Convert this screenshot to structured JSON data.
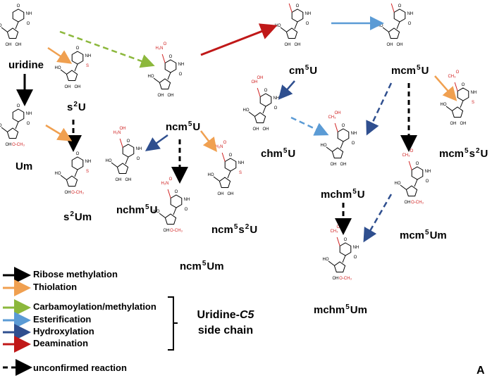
{
  "compounds": [
    {
      "id": "uridine",
      "parts": [
        "uridine"
      ]
    },
    {
      "id": "s2U",
      "parts": [
        "s",
        "2",
        "U"
      ]
    },
    {
      "id": "Um",
      "parts": [
        "Um"
      ]
    },
    {
      "id": "s2Um",
      "parts": [
        "s",
        "2",
        "Um"
      ]
    },
    {
      "id": "ncm5U",
      "parts": [
        "ncm",
        "5",
        "U"
      ]
    },
    {
      "id": "nchm5U",
      "parts": [
        "nchm",
        "5",
        "U"
      ]
    },
    {
      "id": "ncm5Um",
      "parts": [
        "ncm",
        "5",
        "Um"
      ]
    },
    {
      "id": "ncm5s2U",
      "parts": [
        "ncm",
        "5",
        "s",
        "2",
        "U"
      ]
    },
    {
      "id": "cm5U",
      "parts": [
        "cm",
        "5",
        "U"
      ]
    },
    {
      "id": "mcm5U",
      "parts": [
        "mcm",
        "5",
        "U"
      ]
    },
    {
      "id": "chm5U",
      "parts": [
        "chm",
        "5",
        "U"
      ]
    },
    {
      "id": "mcm5s2U",
      "parts": [
        "mcm",
        "5",
        "s",
        "2",
        "U"
      ]
    },
    {
      "id": "mchm5U",
      "parts": [
        "mchm",
        "5",
        "U"
      ]
    },
    {
      "id": "mcm5Um",
      "parts": [
        "mcm",
        "5",
        "Um"
      ]
    },
    {
      "id": "mchm5Um",
      "parts": [
        "mchm",
        "5",
        "Um"
      ]
    }
  ],
  "legend": [
    {
      "label": "Ribose methylation",
      "color": "#000000"
    },
    {
      "label": "Thiolation",
      "color": "#f0a050"
    },
    {
      "label": "Carbamoylation/methylation",
      "color": "#8cb83c"
    },
    {
      "label": "Esterification",
      "color": "#5b9bd5"
    },
    {
      "label": "Hydroxylation",
      "color": "#2f4f8f"
    },
    {
      "label": "Deamination",
      "color": "#c01818"
    }
  ],
  "unconfirmed_label": "unconfirmed reaction",
  "group_label": {
    "line1": "Uridine-",
    "italic": "C5",
    "line2": "side chain"
  },
  "panel_letter": "A",
  "atoms": {
    "NH": "NH",
    "O": "O",
    "S": "S",
    "N": "N",
    "OH": "OH",
    "HO": "HO",
    "NH2": "H₂N",
    "CH3": "CH₃",
    "OCH3": "O‑CH₃"
  }
}
